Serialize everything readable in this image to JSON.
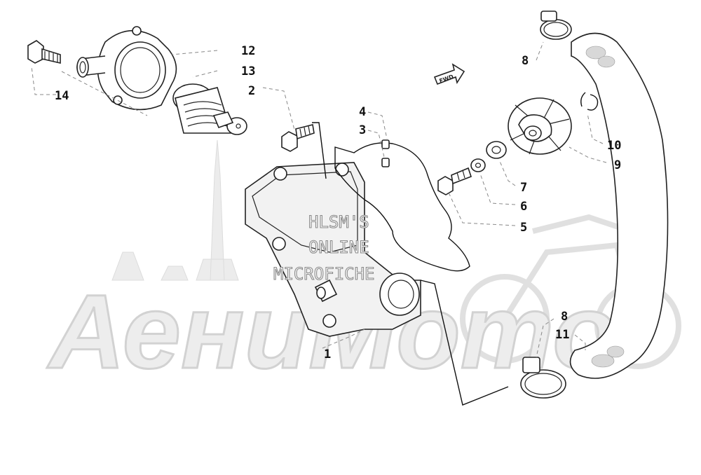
{
  "watermark": {
    "brand": "АениМото",
    "line1": "HLSM'S",
    "line2": "ONLINE",
    "line3": "MICROFICHE"
  },
  "direction_marker": "FWD",
  "callouts": {
    "c1": "1",
    "c2": "2",
    "c3": "3",
    "c4": "4",
    "c5": "5",
    "c6": "6",
    "c7": "7",
    "c8_top": "8",
    "c8_bottom": "8",
    "c9": "9",
    "c10": "10",
    "c11": "11",
    "c12": "12",
    "c13": "13",
    "c14": "14"
  },
  "colors": {
    "line": "#222222",
    "callout_text": "#111111",
    "watermark": "#d2d2d2"
  }
}
